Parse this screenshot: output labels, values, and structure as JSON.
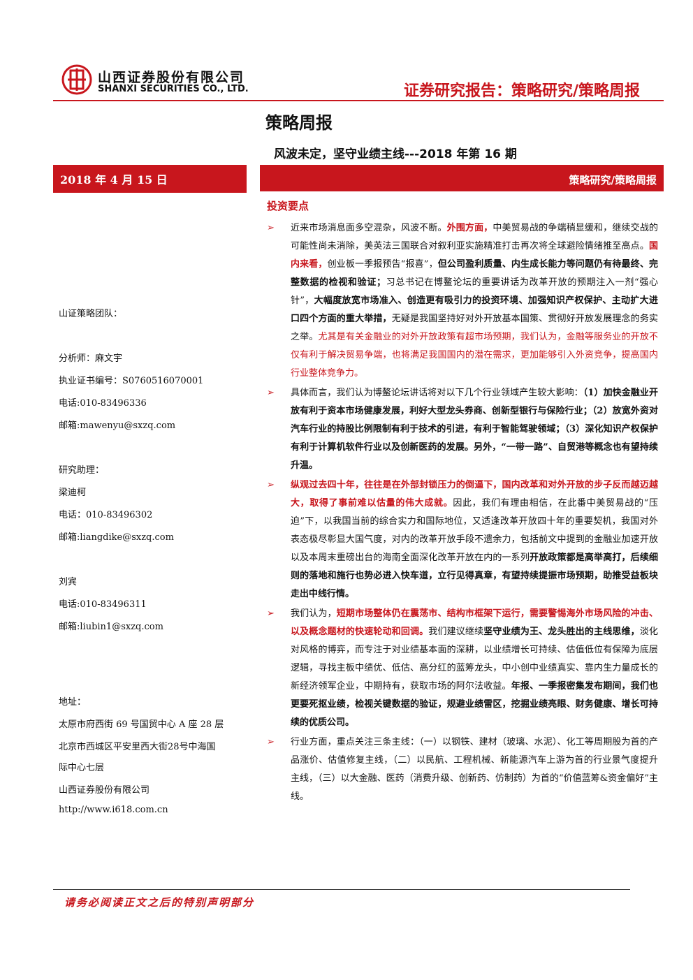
{
  "header": {
    "company_cn": "山西证券股份有限公司",
    "company_en": "SHANXI SECURITIES CO., LTD.",
    "report_type": "证券研究报告：策略研究/策略周报",
    "logo_icon": "sxzq-logo-icon"
  },
  "title": "策略周报",
  "issue_title": "风波未定，坚守业绩主线---2018 年第 16 期",
  "date": "2018 年 4 月 15 日",
  "category": "策略研究/策略周报",
  "left": {
    "team": "山证策略团队：",
    "analyst": "分析师：麻文宇",
    "license": "执业证书编号：S0760516070001",
    "analyst_phone": "电话:010-83496336",
    "analyst_email": "邮箱:mawenyu@sxzq.com",
    "assistant_label": "研究助理：",
    "assistant1_name": "梁迪柯",
    "assistant1_phone": "电话：010-83496302",
    "assistant1_email": "邮箱:liangdike@sxzq.com",
    "assistant2_name": "刘宾",
    "assistant2_phone": "电话:010-83496311",
    "assistant2_email": "邮箱:liubin1@sxzq.com",
    "address_label": "地址：",
    "address1": "太原市府西街 69 号国贸中心 A 座 28 层",
    "address2_line1": "北京市西城区平安里西大街28号中海国",
    "address2_line2": "际中心七层",
    "company": "山西证券股份有限公司",
    "website": "http://www.i618.com.cn"
  },
  "section_head": "投资要点",
  "bullet_mark": "➢",
  "bullets": [
    {
      "s": [
        "近来市场消息面多空混杂，风波不断。",
        "外围方面，",
        "中美贸易战的争端稍显缓和，继续交战的可能性尚未消除，美英法三国联合对叙利亚实施精准打击再次将全球避险情绪推至高点。",
        "国内来看，",
        "创业板一季报预告“报喜”，",
        "但公司盈利质量、内生成长能力等问题仍有待最终、完整数据的检视和验证；",
        "习总书记在博鳌论坛的重要讲话为改革开放的预期注入一剂“强心针”，",
        "大幅度放宽市场准入、创造更有吸引力的投资环境、加强知识产权保护、主动扩大进口四个方面的重大举措，",
        "无疑是我国坚持好对外开放基本国策、贯彻好开放发展理念的务实之举。",
        "尤其是有关金融业的对外开放政策有超市场预期，我们认为，金融等服务业的开放不仅有利于解决贸易争端，也将满足我国国内的潜在需求，更加能够引入外资竞争，提高国内行业整体竞争力。"
      ]
    },
    {
      "s": [
        "具体而言，我们认为博鳌论坛讲话将对以下几个行业领域产生较大影响：",
        "（1）加快金融业开放有利于资本市场健康发展，利好大型龙头券商、创新型银行与保险行业；（2）放宽外资对汽车行业的持股比例限制有利于技术的引进，有利于智能驾驶领域；（3）深化知识产权保护有利于计算机软件行业以及创新医药的发展。另外，“一带一路”、自贸港等概念也有望持续升温。"
      ]
    },
    {
      "s": [
        "纵观过去四十年，往往是在外部封锁压力的倒逼下，国内改革和对外开放的步子反而越迈越大，取得了事前难以估量的伟大成就。",
        "因此，我们有理由相信，在此番中美贸易战的“压迫”下，以我国当前的综合实力和国际地位，又适逢改革开放四十年的重要契机，我国对外表态极尽彰显大国气度，对内的改革开放手段不遗余力，包括前文中提到的金融业加速开放以及本周末重磅出台的海南全面深化改革开放在内的一系列",
        "开放政策都是高举高打，后续细则的落地和施行也势必进入快车道，立行见得真章，有望持续提振市场预期，助推受益板块走出中线行情。"
      ]
    },
    {
      "s": [
        "我们认为，",
        "短期市场整体仍在震荡市、结构市框架下运行，需要警惕海外市场风险的冲击、以及概念题材的快速轮动和回调。",
        "我们建议继续",
        "坚守业绩为王、龙头胜出的主线思维，",
        "淡化对风格的博弈，而专注于对业绩基本面的深耕，以业绩增长可持续、估值低位有保障为底层逻辑，寻找主板中绩优、低估、高分红的蓝筹龙头，中小创中业绩真实、靠内生力量成长的新经济领军企业，中期持有，获取市场的阿尔法收益。",
        "年报、一季报密集发布期间，我们也更要死抠业绩，检视关键数据的验证，规避业绩雷区，挖掘业绩亮眼、财务健康、增长可持续的优质公司。"
      ]
    },
    {
      "s": [
        "行业方面，重点关注三条主线：（一）以钢铁、建材（玻璃、水泥）、化工等周期股为首的产品涨价、估值修复主线，（二）以民航、工程机械、新能源汽车上游为首的行业景气度提升主线，（三）以大金融、医药（消费升级、创新药、仿制药）为首的“价值蓝筹&资金偏好”主线。"
      ]
    }
  ],
  "footer_note": "请务必阅读正文之后的特别声明部分",
  "colors": {
    "accent": "#c8161d"
  }
}
